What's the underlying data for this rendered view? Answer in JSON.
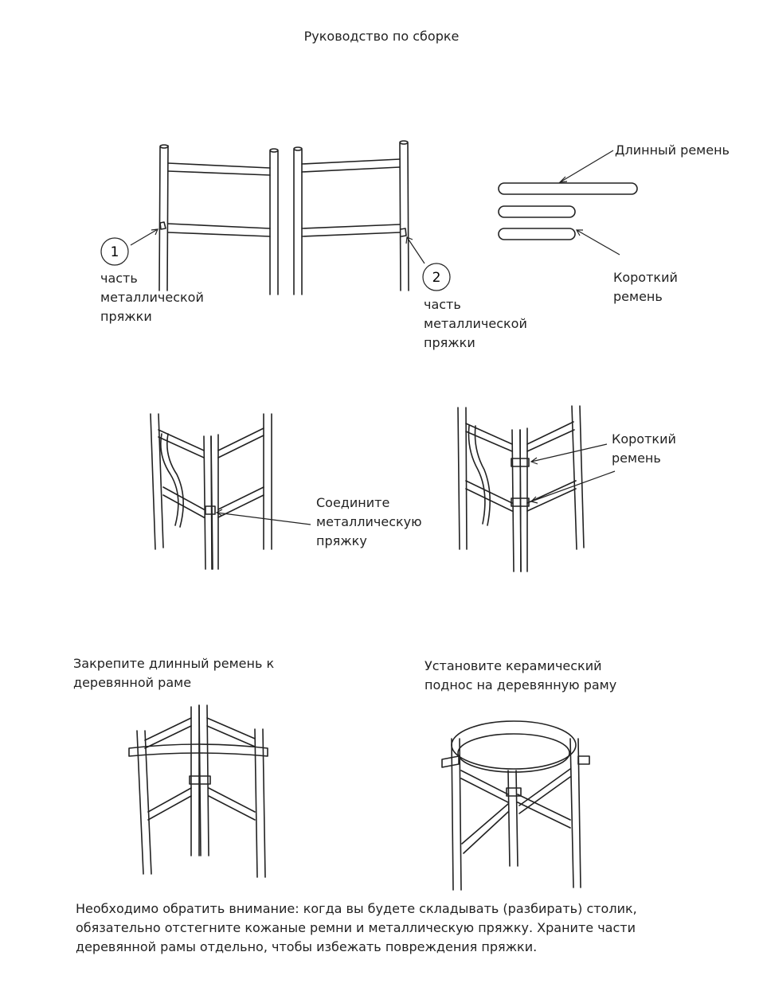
{
  "title": "Руководство по сборке",
  "step1": {
    "marker1": "1",
    "label1": "часть\nметаллической\nпряжки",
    "marker2": "2",
    "label2": "часть\nметаллической\nпряжки",
    "long_strap": "Длинный ремень",
    "short_strap": "Короткий\nремень"
  },
  "step2": {
    "connect": "Соедините\nметаллическую\nпряжку",
    "short_strap": "Короткий\nремень"
  },
  "step3": {
    "attach_long": "Закрепите длинный ремень к\nдеревянной раме",
    "install_tray": "Установите керамический\nподнос на деревянную раму"
  },
  "note": "Необходимо обратить внимание: когда вы будете складывать (разбирать) столик,\nобязательно отстегните кожаные ремни и металлическую пряжку. Храните части\nдеревянной рамы отдельно, чтобы избежать повреждения пряжки."
}
